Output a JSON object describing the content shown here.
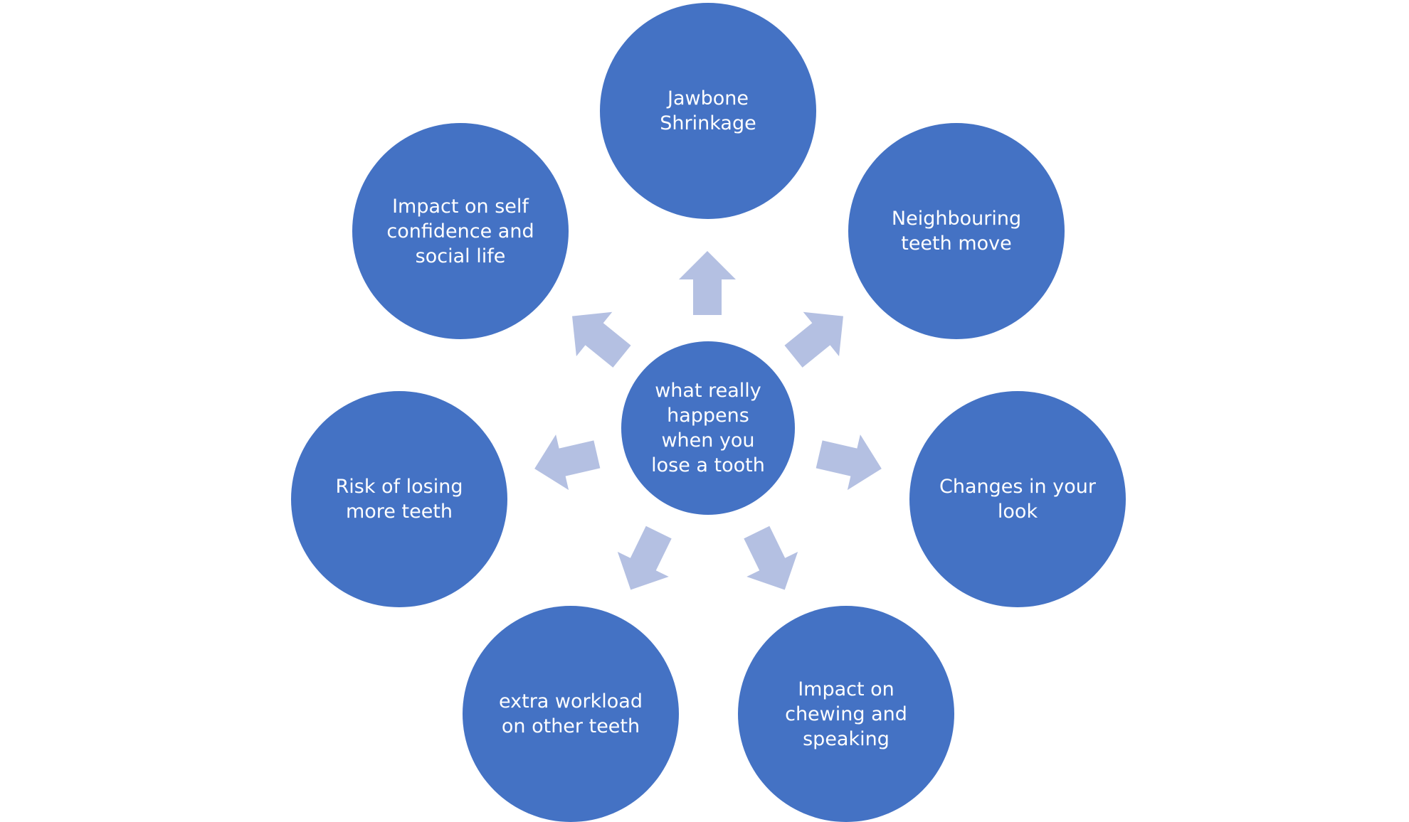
{
  "diagram": {
    "center": {
      "label": "what really happens when you lose a tooth"
    },
    "outcomes": [
      {
        "key": "jawbone",
        "label": "Jawbone Shrinkage"
      },
      {
        "key": "neighbouring",
        "label": "Neighbouring teeth move"
      },
      {
        "key": "look",
        "label": "Changes in your look"
      },
      {
        "key": "chewing",
        "label": "Impact on chewing and speaking"
      },
      {
        "key": "workload",
        "label": "extra workload on other teeth"
      },
      {
        "key": "risk",
        "label": "Risk of losing more teeth"
      },
      {
        "key": "confidence",
        "label": "Impact on self confidence and social life"
      }
    ]
  },
  "colors": {
    "node_fill": "#4472C4",
    "arrow_fill": "#B4C0E2",
    "text": "#FFFFFF"
  }
}
